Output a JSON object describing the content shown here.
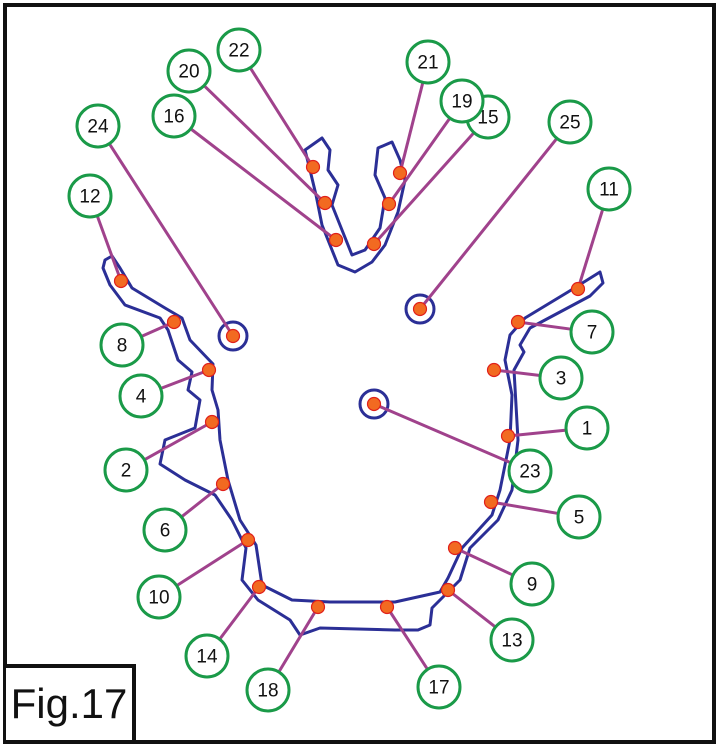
{
  "figure_label": "Fig.17",
  "colors": {
    "outline": "#2b2f96",
    "leader": "#a0428c",
    "marker": "#f26a21",
    "marker_stroke": "#e0201b",
    "label_ring": "#1a9a48"
  },
  "labels": [
    "1",
    "2",
    "3",
    "4",
    "5",
    "6",
    "7",
    "8",
    "9",
    "10",
    "11",
    "12",
    "13",
    "14",
    "15",
    "16",
    "17",
    "18",
    "19",
    "20",
    "21",
    "22",
    "23",
    "24",
    "25"
  ]
}
